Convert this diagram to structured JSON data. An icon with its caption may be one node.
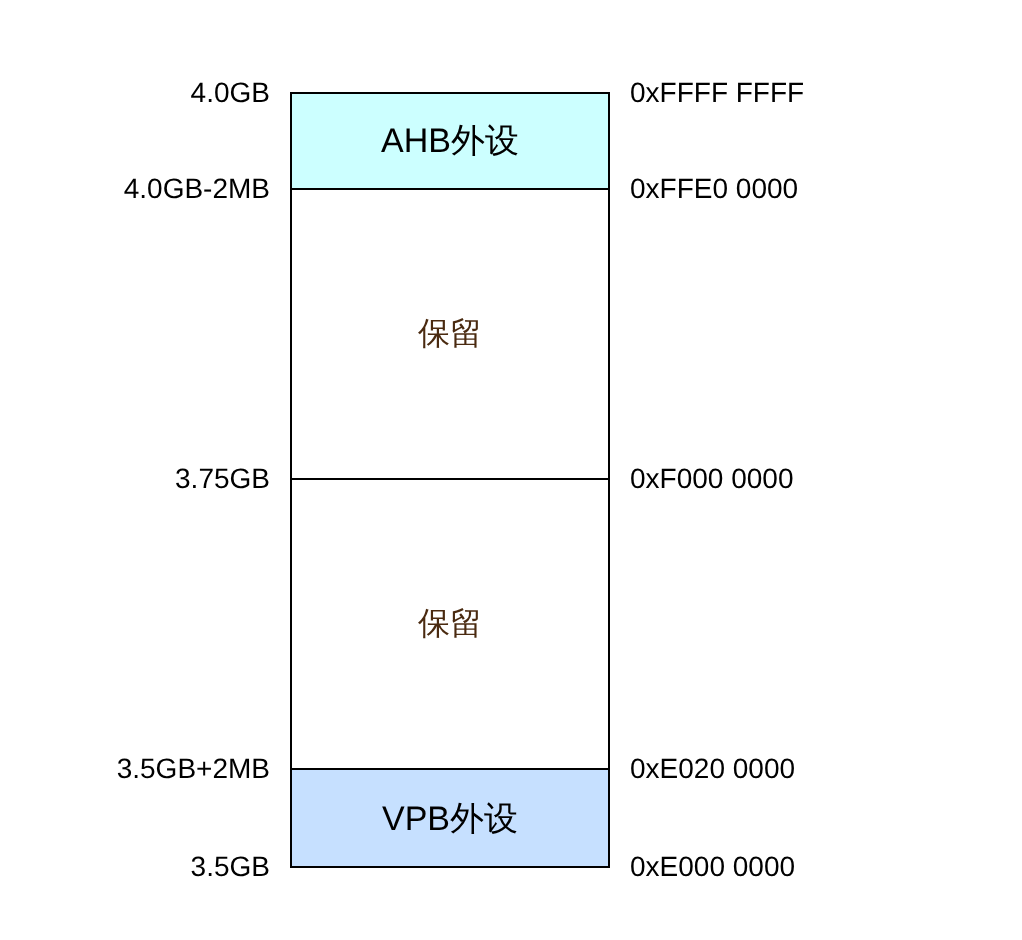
{
  "diagram": {
    "nodes": [
      {
        "text": [
          "AHB外设"
        ]
      },
      {
        "text": [
          "保留"
        ]
      },
      {
        "text": [
          "保留"
        ]
      },
      {
        "text": [
          "VPB外设"
        ]
      }
    ],
    "labels": [
      "4.0GB",
      "0xFFFF FFFF",
      "4.0GB-2MB",
      "0xFFE0 0000",
      "3.75GB",
      "0xF000 0000",
      "3.5GB+2MB",
      "0xE020 0000",
      "3.5GB",
      "0xE000 0000"
    ]
  }
}
